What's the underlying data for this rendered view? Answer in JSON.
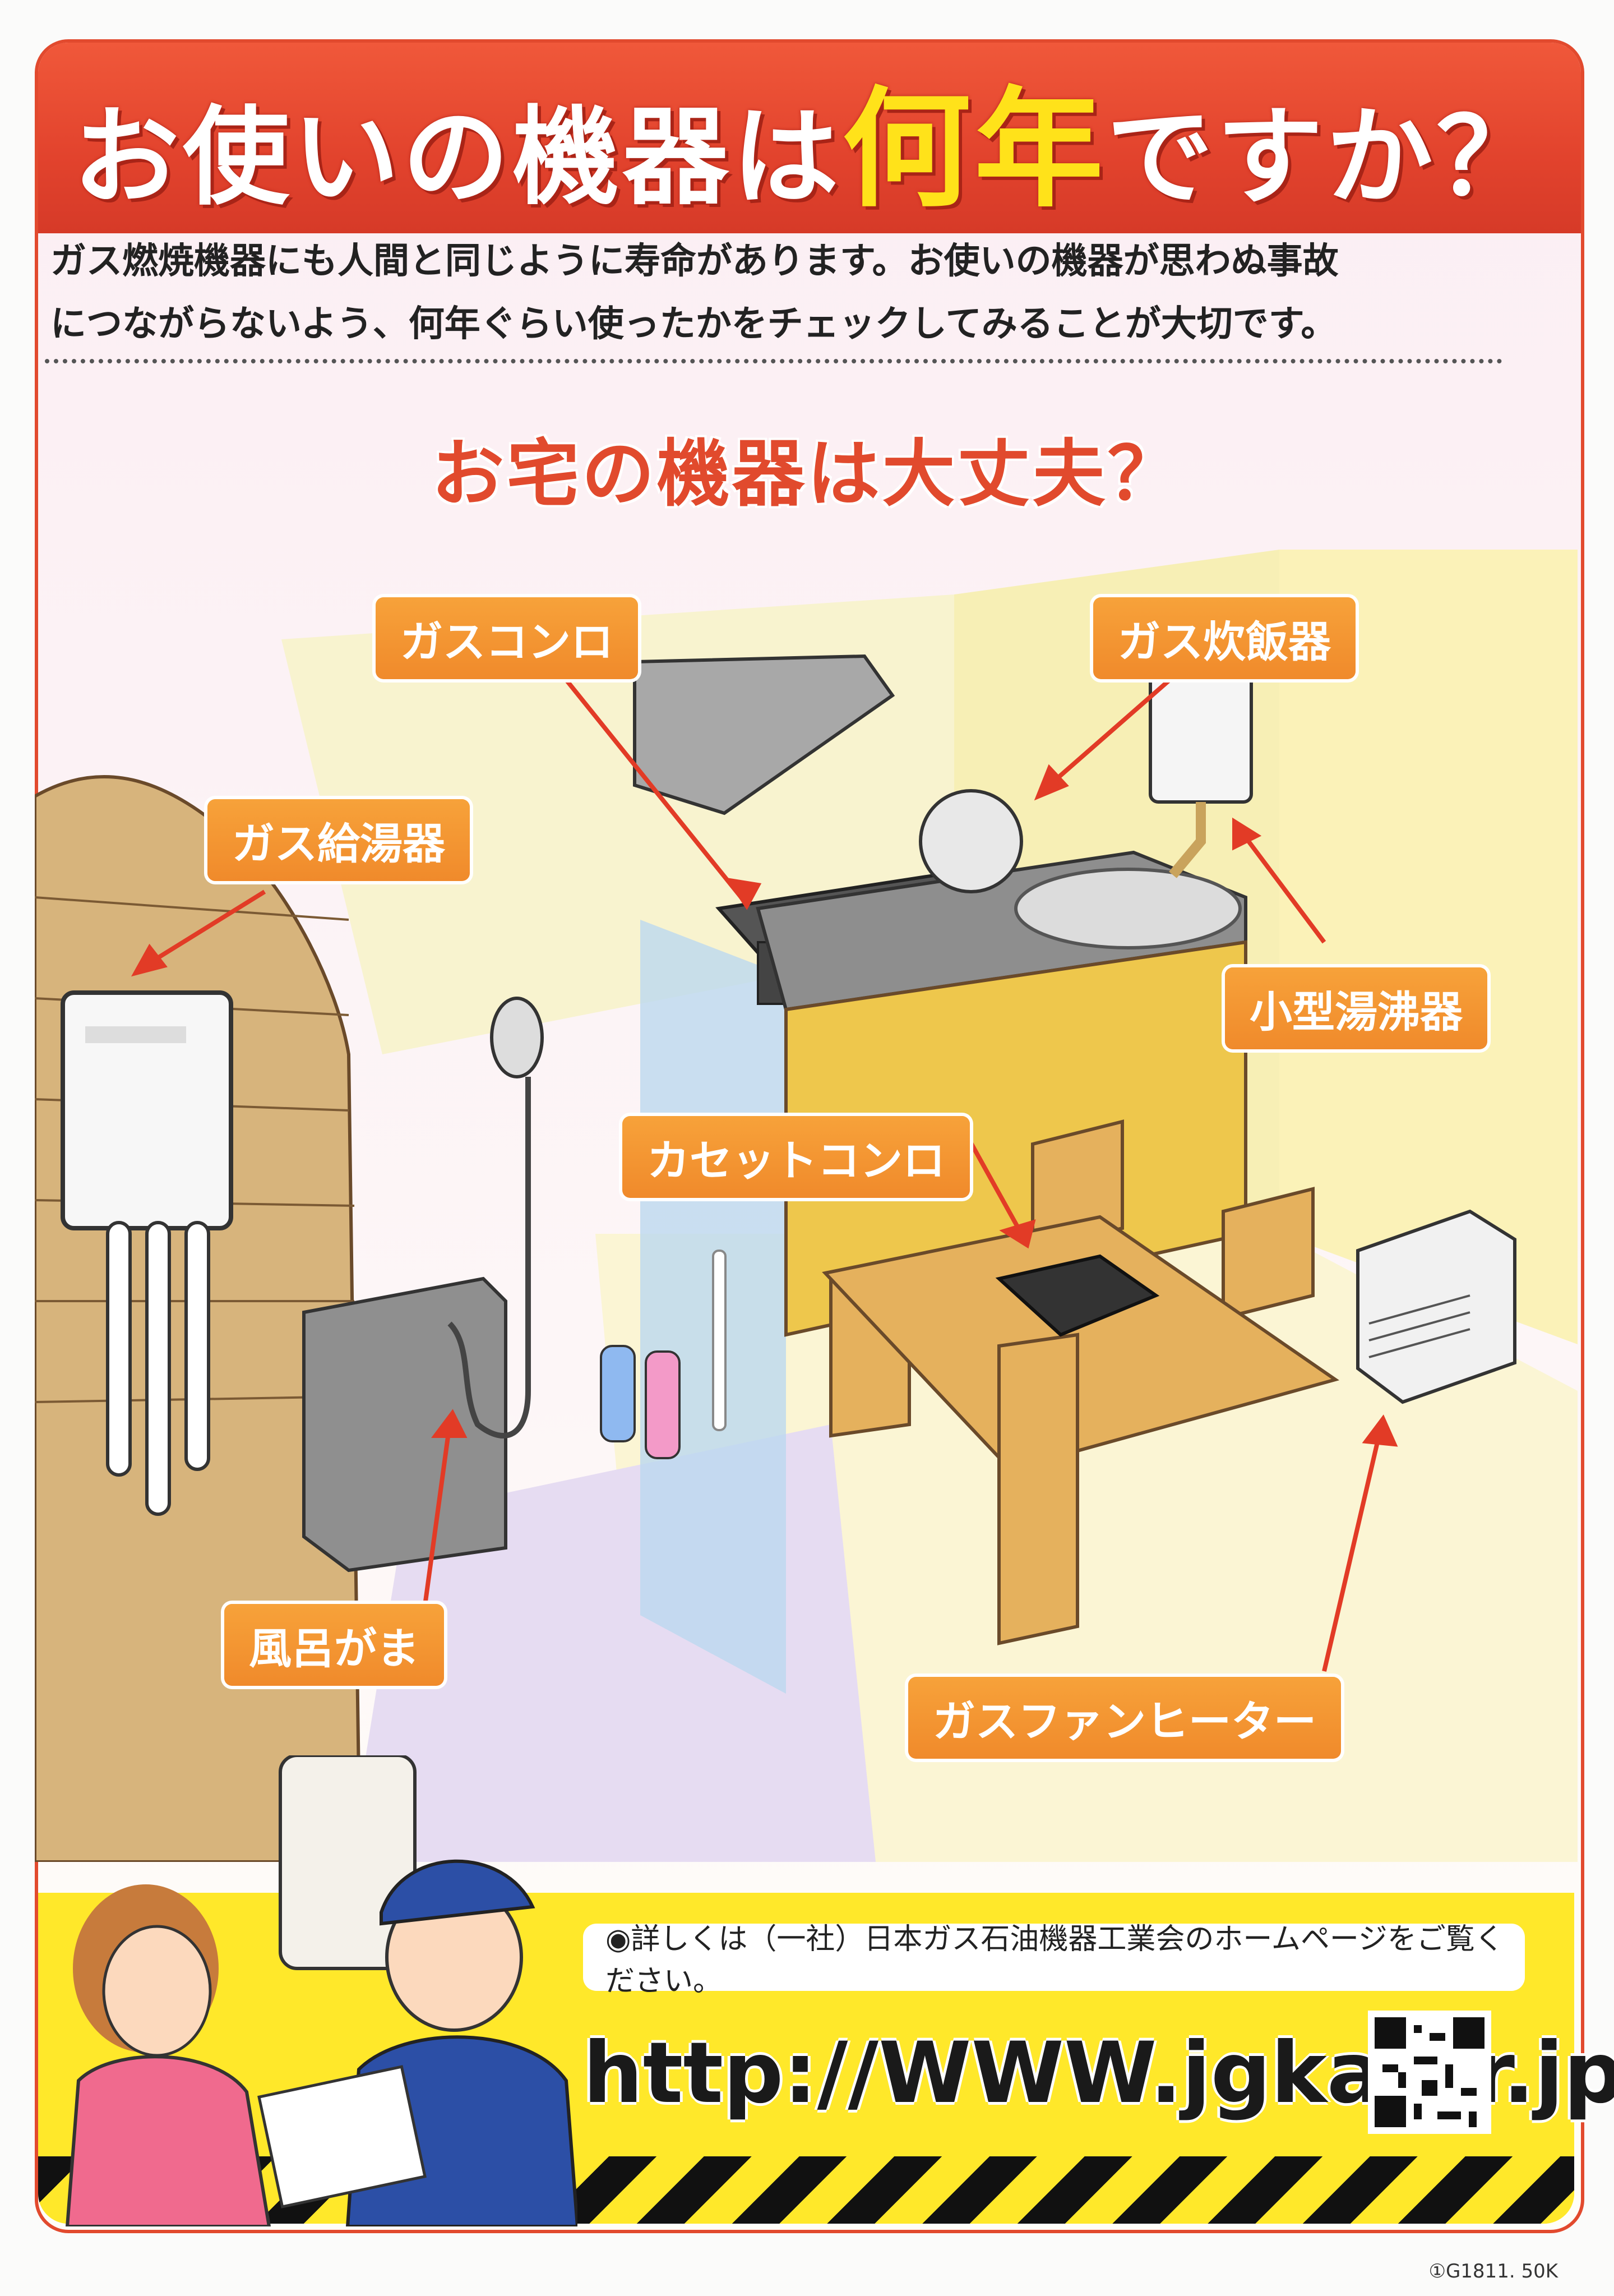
{
  "header": {
    "title_before": "お使いの機器は",
    "title_accent": "何年",
    "title_after": "ですか？"
  },
  "intro": {
    "line1": "ガス燃焼機器にも人間と同じように寿命があります。お使いの機器が思わぬ事故",
    "line2": "につながらないよう、何年ぐらい使ったかをチェックしてみることが大切です。"
  },
  "subtitle": "お宅の機器は大丈夫？",
  "appliances": [
    {
      "label": "ガスコンロ",
      "icon": "gas-stove-icon"
    },
    {
      "label": "ガス炊飯器",
      "icon": "rice-cooker-icon"
    },
    {
      "label": "ガス給湯器",
      "icon": "water-heater-icon"
    },
    {
      "label": "小型湯沸器",
      "icon": "small-water-heater-icon"
    },
    {
      "label": "カセットコンロ",
      "icon": "cassette-stove-icon"
    },
    {
      "label": "風呂がま",
      "icon": "bath-boiler-icon"
    },
    {
      "label": "ガスファンヒーター",
      "icon": "fan-heater-icon"
    }
  ],
  "footer": {
    "notice": "◉詳しくは（一社）日本ガス石油機器工業会のホームページをご覧ください。",
    "url": "http://WWW.jgka.or.jp",
    "code": "①G1811. 50K"
  },
  "colors": {
    "header_red": "#e2432d",
    "accent_yellow": "#ffe21a",
    "label_orange": "#f08a2b",
    "footer_yellow": "#ffe82a"
  }
}
